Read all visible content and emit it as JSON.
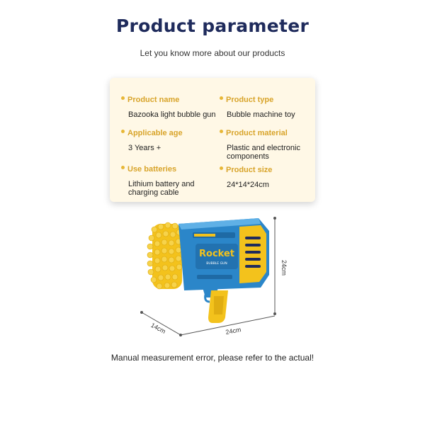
{
  "header": {
    "title": "Product parameter",
    "subtitle": "Let you know more about our products"
  },
  "params": {
    "product_name": {
      "label": "Product name",
      "value": "Bazooka light bubble gun"
    },
    "product_type": {
      "label": "Product type",
      "value": "Bubble machine toy"
    },
    "applicable_age": {
      "label": "Applicable age",
      "value": "3 Years +"
    },
    "product_material": {
      "label": "Product material",
      "value": "Plastic and electronic components"
    },
    "use_batteries": {
      "label": "Use batteries",
      "value": "Lithium battery and charging cable"
    },
    "product_size": {
      "label": "Product size",
      "value": "24*14*24cm"
    }
  },
  "product_image": {
    "brand_text": "Rocket",
    "brand_subtext": "BUBBLE GUN",
    "dimensions": {
      "height": "24cm",
      "depth": "14cm",
      "width": "24cm"
    }
  },
  "footer": {
    "note": "Manual measurement error, please refer to the actual!"
  },
  "colors": {
    "title": "#1f2b5c",
    "label_gold": "#d8a42a",
    "card_bg": "#fff8e6",
    "toy_blue": "#2b86c9",
    "toy_yellow": "#f3c21c"
  }
}
